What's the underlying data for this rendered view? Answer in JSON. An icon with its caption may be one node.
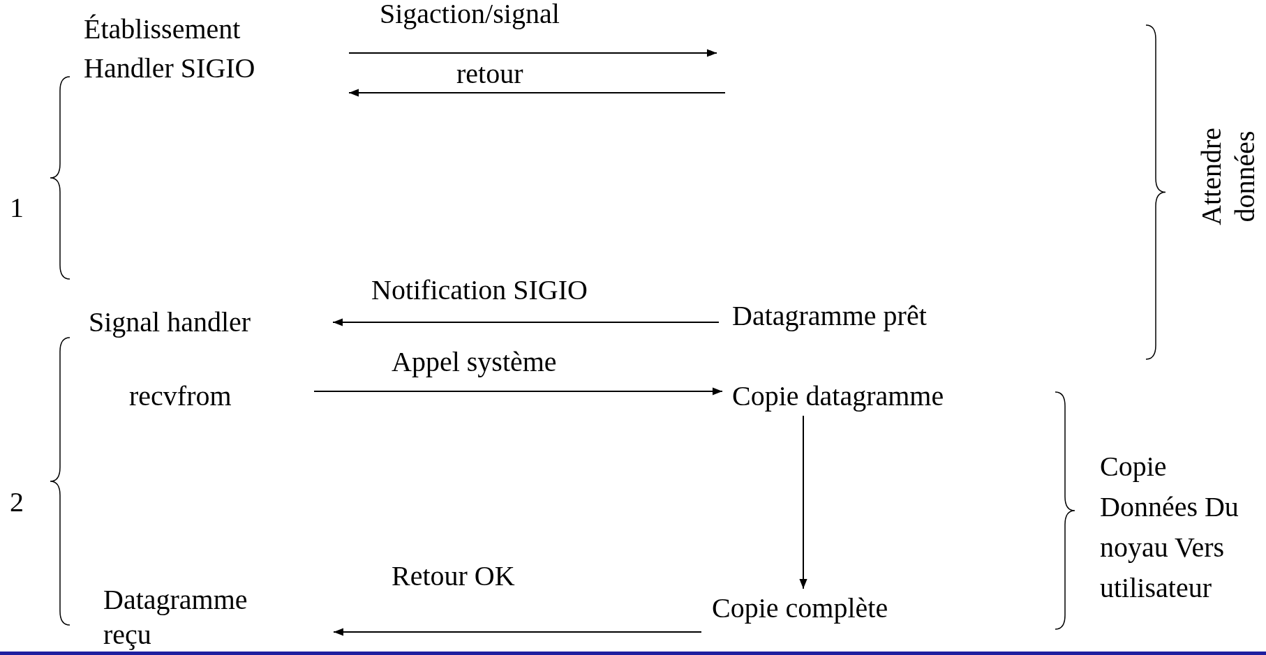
{
  "diagram": {
    "nodes": [
      {
        "text": [
          "Établissement Handler SIGIO"
        ]
      },
      {
        "text": [
          "Signal handler"
        ]
      },
      {
        "text": [
          "recvfrom"
        ]
      },
      {
        "text": [
          "Datagramme reçu"
        ]
      },
      {
        "text": [
          "Datagramme prêt"
        ]
      },
      {
        "text": [
          "Copie datagramme"
        ]
      },
      {
        "text": [
          "Copie complète"
        ]
      }
    ],
    "edges": [
      {
        "from": 0,
        "to": null,
        "arrow": "to",
        "label": "Sigaction/signal"
      },
      {
        "from": null,
        "to": 0,
        "arrow": "to",
        "label": "retour"
      },
      {
        "from": 4,
        "to": 1,
        "arrow": "to",
        "label": "Notification SIGIO"
      },
      {
        "from": 2,
        "to": 5,
        "arrow": "to",
        "label": "Appel système"
      },
      {
        "from": 5,
        "to": 6,
        "arrow": "to"
      },
      {
        "from": 6,
        "to": 3,
        "arrow": "to",
        "label": "Retour OK"
      }
    ],
    "labels": [
      "1",
      "2",
      "Attendre données",
      "Copie Données Du noyau Vers utilisateur"
    ]
  }
}
